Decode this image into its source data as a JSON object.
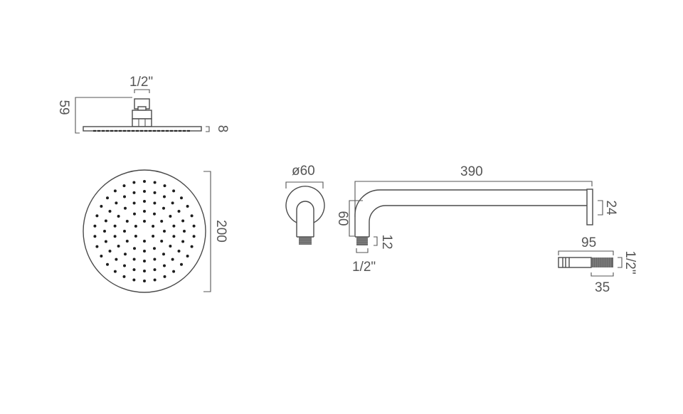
{
  "drawing": {
    "colors": {
      "line": "#4a4a4a",
      "text": "#555555",
      "background": "#ffffff"
    },
    "shower_head_side": {
      "connector_label": "1/2\"",
      "height_label": "59",
      "thickness_label": "8"
    },
    "shower_head_top": {
      "diameter_label": "200"
    },
    "wall_flange": {
      "diameter_label": "ø60"
    },
    "shower_arm": {
      "length_label": "390",
      "drop_label": "60",
      "thread_length_label": "12",
      "thread_size_label": "1/2\"",
      "flange_label": "24"
    },
    "extension_connector": {
      "length_label": "95",
      "thread_length_label": "35",
      "thread_size_label": "1/2\""
    }
  }
}
